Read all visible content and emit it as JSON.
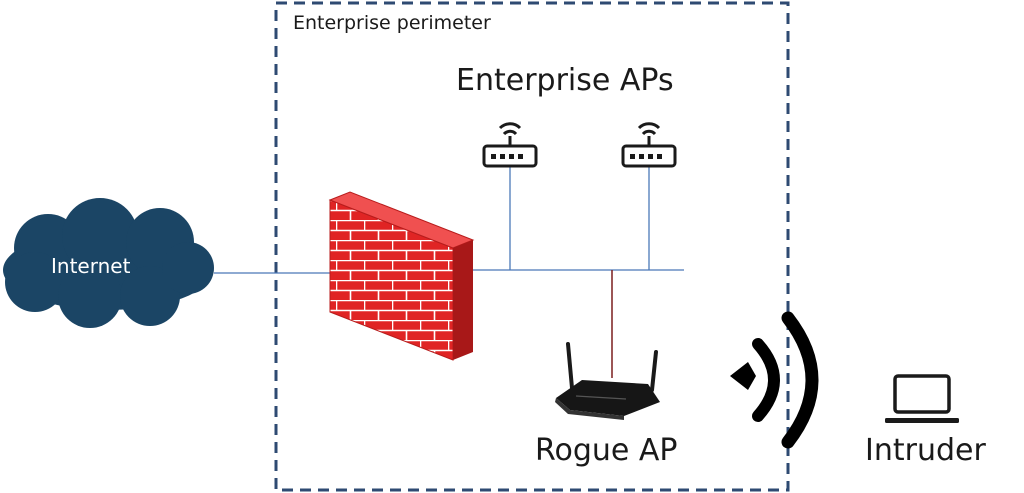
{
  "perimeter": {
    "label": "Enterprise perimeter"
  },
  "enterprise_aps": {
    "label": "Enterprise APs"
  },
  "internet": {
    "label": "Internet"
  },
  "rogue_ap": {
    "label": "Rogue AP"
  },
  "intruder": {
    "label": "Intruder"
  },
  "colors": {
    "perimeter_border": "#2e4a72",
    "cloud": "#1b4565",
    "network_line": "#4a78b8",
    "rogue_line": "#7a1e1e",
    "firewall": "#e02424",
    "icon": "#1a1a1a"
  },
  "icons": [
    "cloud-icon",
    "firewall-icon",
    "access-point-icon",
    "router-icon",
    "wireless-signal-icon",
    "laptop-icon"
  ]
}
